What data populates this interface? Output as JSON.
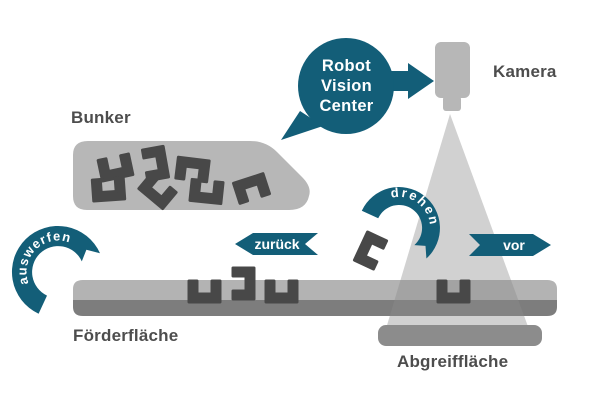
{
  "labels": {
    "bunker": "Bunker",
    "camera": "Kamera",
    "conveyor_surface": "Förderfläche",
    "pickup_surface": "Abgreiffläche"
  },
  "badge": {
    "lines": [
      "Robot",
      "Vision",
      "Center"
    ]
  },
  "actions": {
    "eject": "auswerfen",
    "back": "zurück",
    "rotate": "drehen",
    "forward": "vor"
  },
  "colors": {
    "teal": "#135e78",
    "surface_light": "#b7b7b7",
    "band_light": "#b3b3b3",
    "band_dark": "#7d7d7d",
    "part_dark": "#484848",
    "pickup_bar": "#8c8c8c",
    "cone_gray": "#8c8c8c",
    "label_text": "#4d4d4d"
  }
}
